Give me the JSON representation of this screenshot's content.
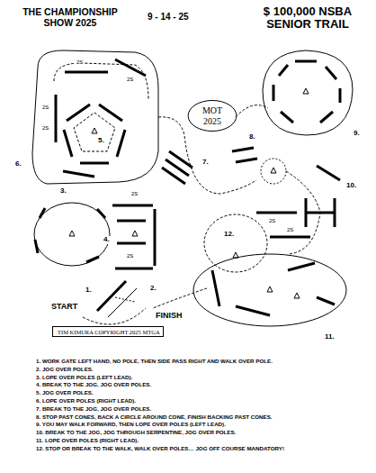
{
  "diagram": {
    "title": "$ 100,000 NSBA SENIOR TRAIL",
    "nodes": [
      {
        "text": [
          "MOT 2025"
        ]
      },
      {
        "text": [
          "TIM KIMURA COPYRIGHT 2025 MTGA"
        ]
      }
    ],
    "labels": [
      "THE CHAMPIONSHIP SHOW 2025",
      "9 - 14 - 25",
      "2S",
      "2S",
      "2S",
      "2S",
      "5.",
      "6.",
      "7.",
      "8.",
      "9.",
      "3.",
      "2S",
      "10.",
      "4.",
      "12.",
      "2S",
      "2S",
      "2S",
      "1.",
      "2.",
      "START",
      "FINISH",
      "11.",
      "1. WORK GATE LEFT HAND, NO POLE, THEN SIDE PASS RIGHT AND WALK OVER POLE.",
      "2. JOG OVER POLES.",
      "3. LOPE OVER POLES (LEFT LEAD).",
      "4. BREAK TO THE JOG, JOG OVER POLES.",
      "5. JOG OVER POLES.",
      "6. LOPE OVER POLES (RIGHT LEAD).",
      "7. BREAK TO THE JOG, JOG OVER POLES.",
      "8. STOP PAST CONES, BACK A CIRCLE AROUND CONE, FINISH BACKING PAST CONES.",
      "9. YOU MAY WALK FORWARD, THEN LOPE OVER POLES (LEFT LEAD).",
      "10. BREAK TO THE JOG, JOG THROUGH SERPENTINE, JOG OVER POLES.",
      "11. LOPE OVER POLES (RIGHT LEAD).",
      "12. STOP OR BREAK TO THE WALK, WALK OVER POLES… JOG OFF COURSE MANDATORY!"
    ]
  }
}
